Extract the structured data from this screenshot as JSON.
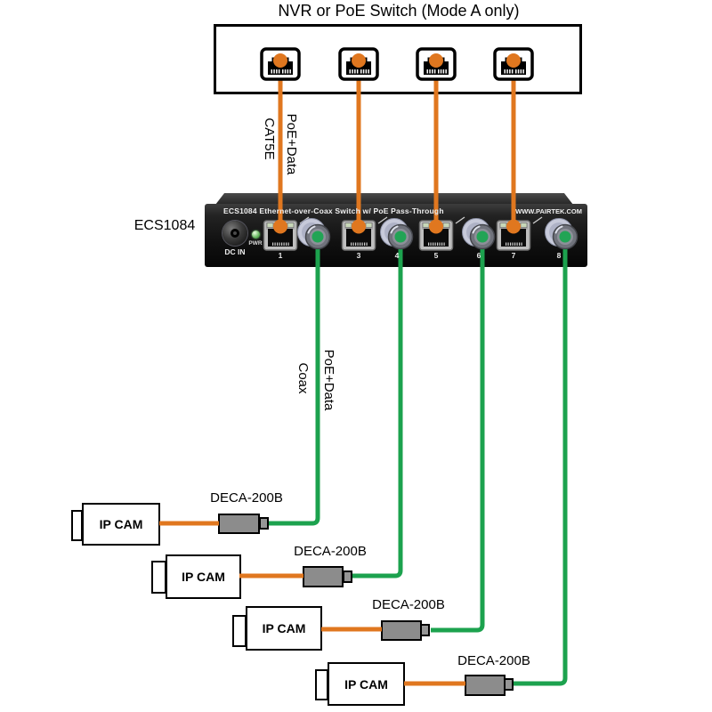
{
  "diagram": {
    "nvr": {
      "title": "NVR or PoE Switch (Mode A only)"
    },
    "cable_labels": {
      "cat5e": "CAT5E",
      "poe_data_top": "PoE+Data",
      "coax": "Coax",
      "poe_data_bottom": "PoE+Data"
    },
    "switch": {
      "model": "ECS1084",
      "panel_title": "ECS1084 Ethernet-over-Coax Switch w/ PoE Pass-Through",
      "website": "WWW.PAIRTEK.COM",
      "dc_in": "DC IN",
      "pwr": "PWR",
      "port_numbers": [
        "1",
        "3",
        "4",
        "5",
        "6",
        "7",
        "8"
      ]
    },
    "cameras": [
      {
        "label": "IP CAM",
        "adapter": "DECA-200B"
      },
      {
        "label": "IP CAM",
        "adapter": "DECA-200B"
      },
      {
        "label": "IP CAM",
        "adapter": "DECA-200B"
      },
      {
        "label": "IP CAM",
        "adapter": "DECA-200B"
      }
    ],
    "colors": {
      "cat5e_cable": "#E0771F",
      "coax_cable": "#1CA24E",
      "adapter_fill": "#8C8C8C",
      "port_dot_orange": "#E0771F",
      "port_dot_green": "#22A455"
    }
  }
}
